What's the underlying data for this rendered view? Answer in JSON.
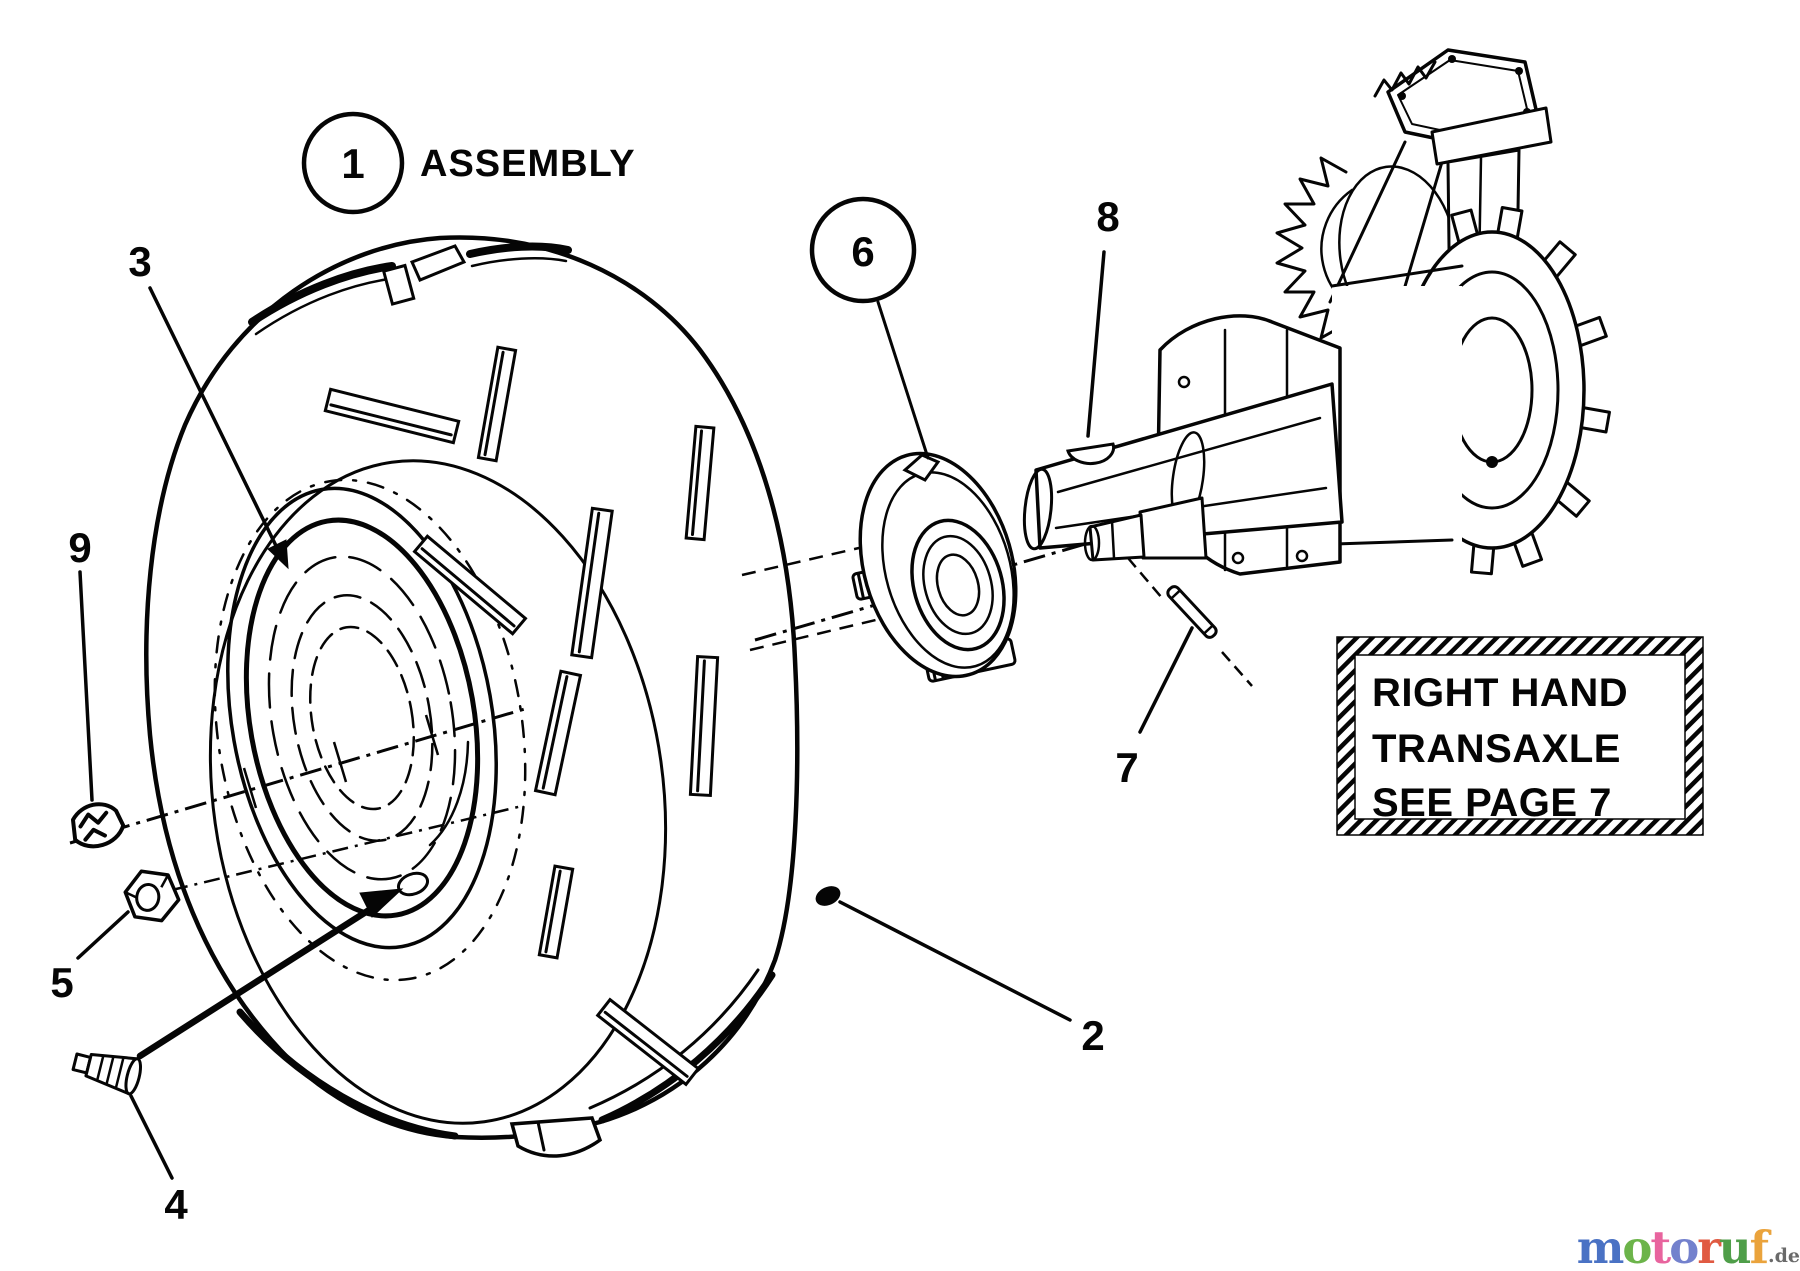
{
  "ink": "#050505",
  "background": "#ffffff",
  "assembly": {
    "number": "1",
    "label": "ASSEMBLY"
  },
  "callouts": {
    "tire": "2",
    "rim": "3",
    "valve_stem": "4",
    "lug_nut": "5",
    "hub": "6",
    "roll_pin": "7",
    "woodruff_key": "8",
    "flange_lock_nut": "9"
  },
  "note_box": {
    "line1": "RIGHT HAND",
    "line2": "TRANSAXLE",
    "line3": "SEE PAGE 7"
  },
  "watermark": {
    "letters": [
      {
        "char": "m",
        "color": "#4a72c4"
      },
      {
        "char": "o",
        "color": "#6cb44a"
      },
      {
        "char": "t",
        "color": "#e8649e"
      },
      {
        "char": "o",
        "color": "#7381cd"
      },
      {
        "char": "r",
        "color": "#e05a42"
      },
      {
        "char": "u",
        "color": "#4f9e49"
      },
      {
        "char": "f",
        "color": "#eaa33c"
      }
    ],
    "suffix": ".de",
    "suffix_color": "#6a6a6a"
  }
}
